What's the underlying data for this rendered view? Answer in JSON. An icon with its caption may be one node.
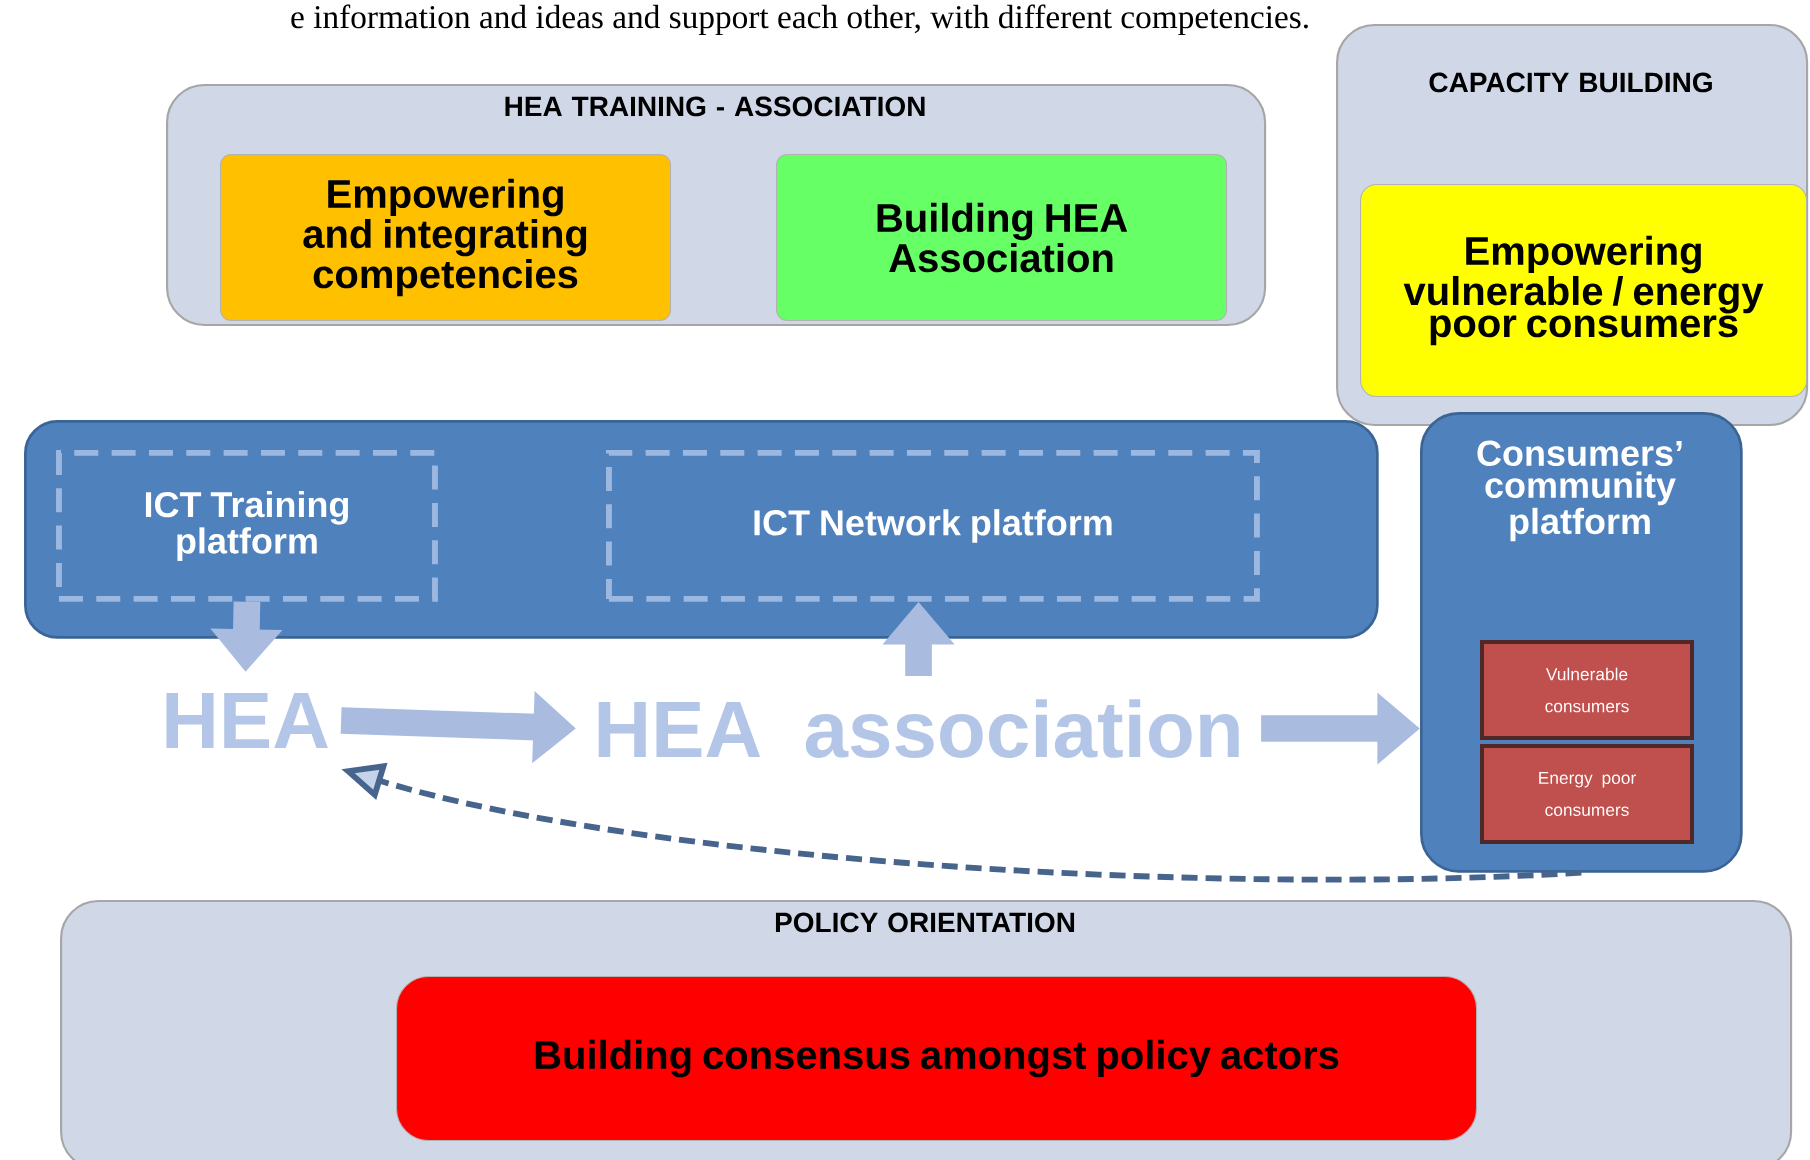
{
  "diagram": {
    "nodes": [
      {
        "text": [
          "HEA TRAINING - ASSOCIATION"
        ]
      },
      {
        "text": [
          "Empowering and integrating competencies"
        ],
        "in": 0
      },
      {
        "text": [
          "Building HEA Association"
        ],
        "in": 0
      },
      {
        "text": [
          "CAPACITY BUILDING"
        ]
      },
      {
        "text": [
          "Empowering vulnerable / energy poor consumers"
        ],
        "in": 3
      },
      {
        "text": [],
        "shape": "box"
      },
      {
        "text": [
          "ICT Training platform"
        ],
        "in": 5
      },
      {
        "text": [
          "ICT Network platform"
        ],
        "in": 5
      },
      {
        "text": [
          "Consumers’ community platform"
        ]
      },
      {
        "text": [
          "Vulnerable consumers"
        ],
        "in": 8
      },
      {
        "text": [
          "Energy poor consumers"
        ],
        "in": 8
      },
      {
        "text": [
          "HEA"
        ]
      },
      {
        "text": [
          "HEA association"
        ]
      },
      {
        "text": [
          "POLICY ORIENTATION"
        ]
      },
      {
        "text": [
          "Building consensus amongst policy actors"
        ],
        "in": 13
      }
    ],
    "edges": [
      {
        "from": 6,
        "to": 11,
        "arrow": "to"
      },
      {
        "from": 11,
        "to": 12,
        "arrow": "to"
      },
      {
        "from": 12,
        "to": 7,
        "arrow": "to"
      },
      {
        "from": 12,
        "to": 8,
        "arrow": "to"
      },
      {
        "from": 8,
        "to": 11,
        "arrow": "to",
        "style": "dashed",
        "color": "#46648c"
      }
    ],
    "labels": [
      "e information and ideas and support each other, with different competencies."
    ]
  }
}
